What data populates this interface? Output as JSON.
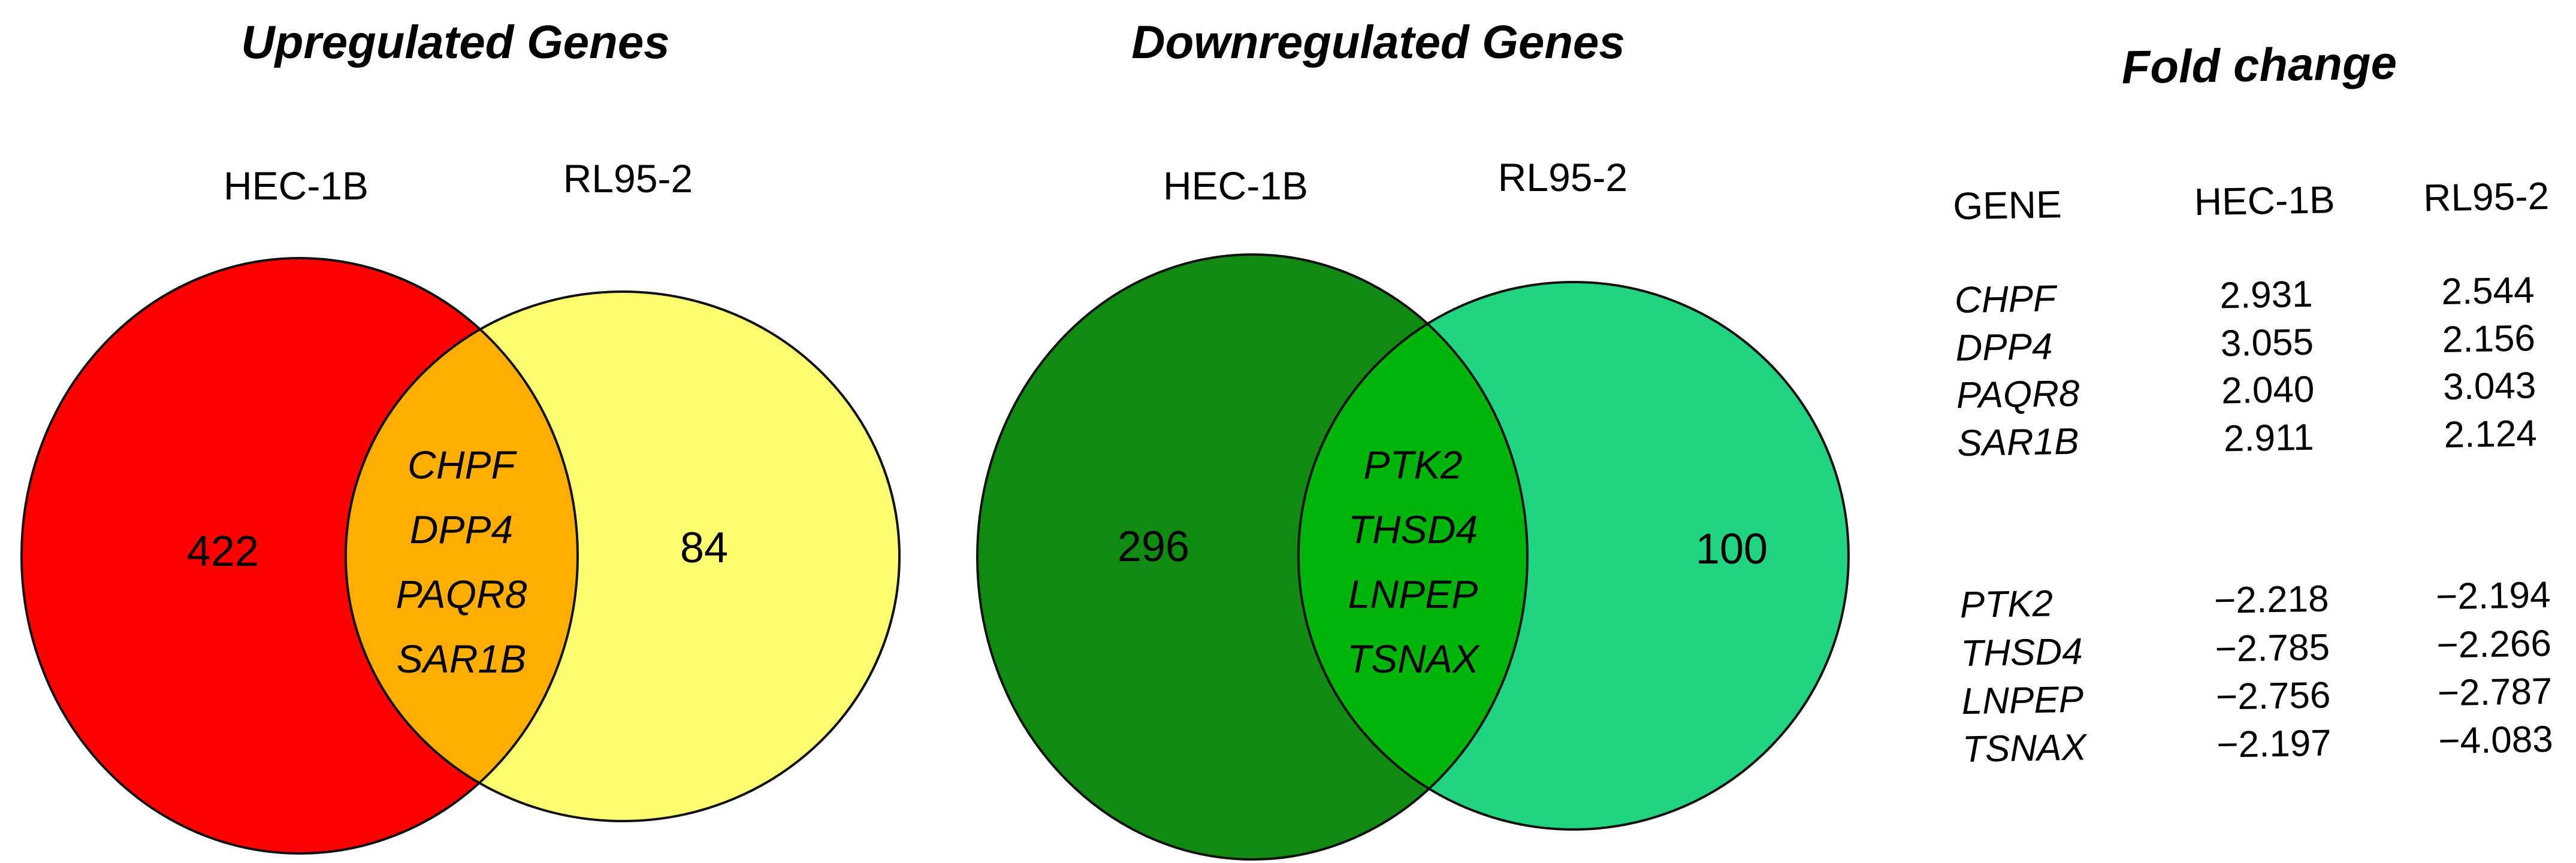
{
  "figure": {
    "upregulated": {
      "title": "Upregulated Genes",
      "left_label": "HEC-1B",
      "right_label": "RL95-2",
      "left_count": "422",
      "right_count": "84",
      "intersection_genes": [
        "CHPF",
        "DPP4",
        "PAQR8",
        "SAR1B"
      ],
      "colors": {
        "left": "#ff0000",
        "right": "#fdfd70",
        "overlap": "#ffae00"
      }
    },
    "downregulated": {
      "title": "Downregulated Genes",
      "left_label": "HEC-1B",
      "right_label": "RL95-2",
      "left_count": "296",
      "right_count": "100",
      "intersection_genes": [
        "PTK2",
        "THSD4",
        "LNPEP",
        "TSNAX"
      ],
      "colors": {
        "left": "#108a10",
        "right": "#21d47f",
        "overlap": "#00b40a"
      }
    },
    "fold_change": {
      "title": "Fold change",
      "columns": {
        "gene": "GENE",
        "hec1b": "HEC-1B",
        "rl952": "RL95-2"
      },
      "up_rows": [
        {
          "gene": "CHPF",
          "hec1b": "2.931",
          "rl952": "2.544"
        },
        {
          "gene": "DPP4",
          "hec1b": "3.055",
          "rl952": "2.156"
        },
        {
          "gene": "PAQR8",
          "hec1b": "2.040",
          "rl952": "3.043"
        },
        {
          "gene": "SAR1B",
          "hec1b": "2.911",
          "rl952": "2.124"
        }
      ],
      "down_rows": [
        {
          "gene": "PTK2",
          "hec1b": "−2.218",
          "rl952": "−2.194"
        },
        {
          "gene": "THSD4",
          "hec1b": "−2.785",
          "rl952": "−2.266"
        },
        {
          "gene": "LNPEP",
          "hec1b": "−2.756",
          "rl952": "−2.787"
        },
        {
          "gene": "TSNAX",
          "hec1b": "−2.197",
          "rl952": "−4.083"
        }
      ]
    }
  },
  "chart_data": [
    {
      "type": "venn",
      "title": "Upregulated Genes",
      "sets": [
        {
          "label": "HEC-1B",
          "unique_count": 422
        },
        {
          "label": "RL95-2",
          "unique_count": 84
        }
      ],
      "intersection": {
        "count": 4,
        "genes": [
          "CHPF",
          "DPP4",
          "PAQR8",
          "SAR1B"
        ]
      }
    },
    {
      "type": "venn",
      "title": "Downregulated Genes",
      "sets": [
        {
          "label": "HEC-1B",
          "unique_count": 296
        },
        {
          "label": "RL95-2",
          "unique_count": 100
        }
      ],
      "intersection": {
        "count": 4,
        "genes": [
          "PTK2",
          "THSD4",
          "LNPEP",
          "TSNAX"
        ]
      }
    },
    {
      "type": "table",
      "title": "Fold change",
      "columns": [
        "GENE",
        "HEC-1B",
        "RL95-2"
      ],
      "rows": [
        [
          "CHPF",
          2.931,
          2.544
        ],
        [
          "DPP4",
          3.055,
          2.156
        ],
        [
          "PAQR8",
          2.04,
          3.043
        ],
        [
          "SAR1B",
          2.911,
          2.124
        ],
        [
          "PTK2",
          -2.218,
          -2.194
        ],
        [
          "THSD4",
          -2.785,
          -2.266
        ],
        [
          "LNPEP",
          -2.756,
          -2.787
        ],
        [
          "TSNAX",
          -2.197,
          -4.083
        ]
      ]
    }
  ]
}
